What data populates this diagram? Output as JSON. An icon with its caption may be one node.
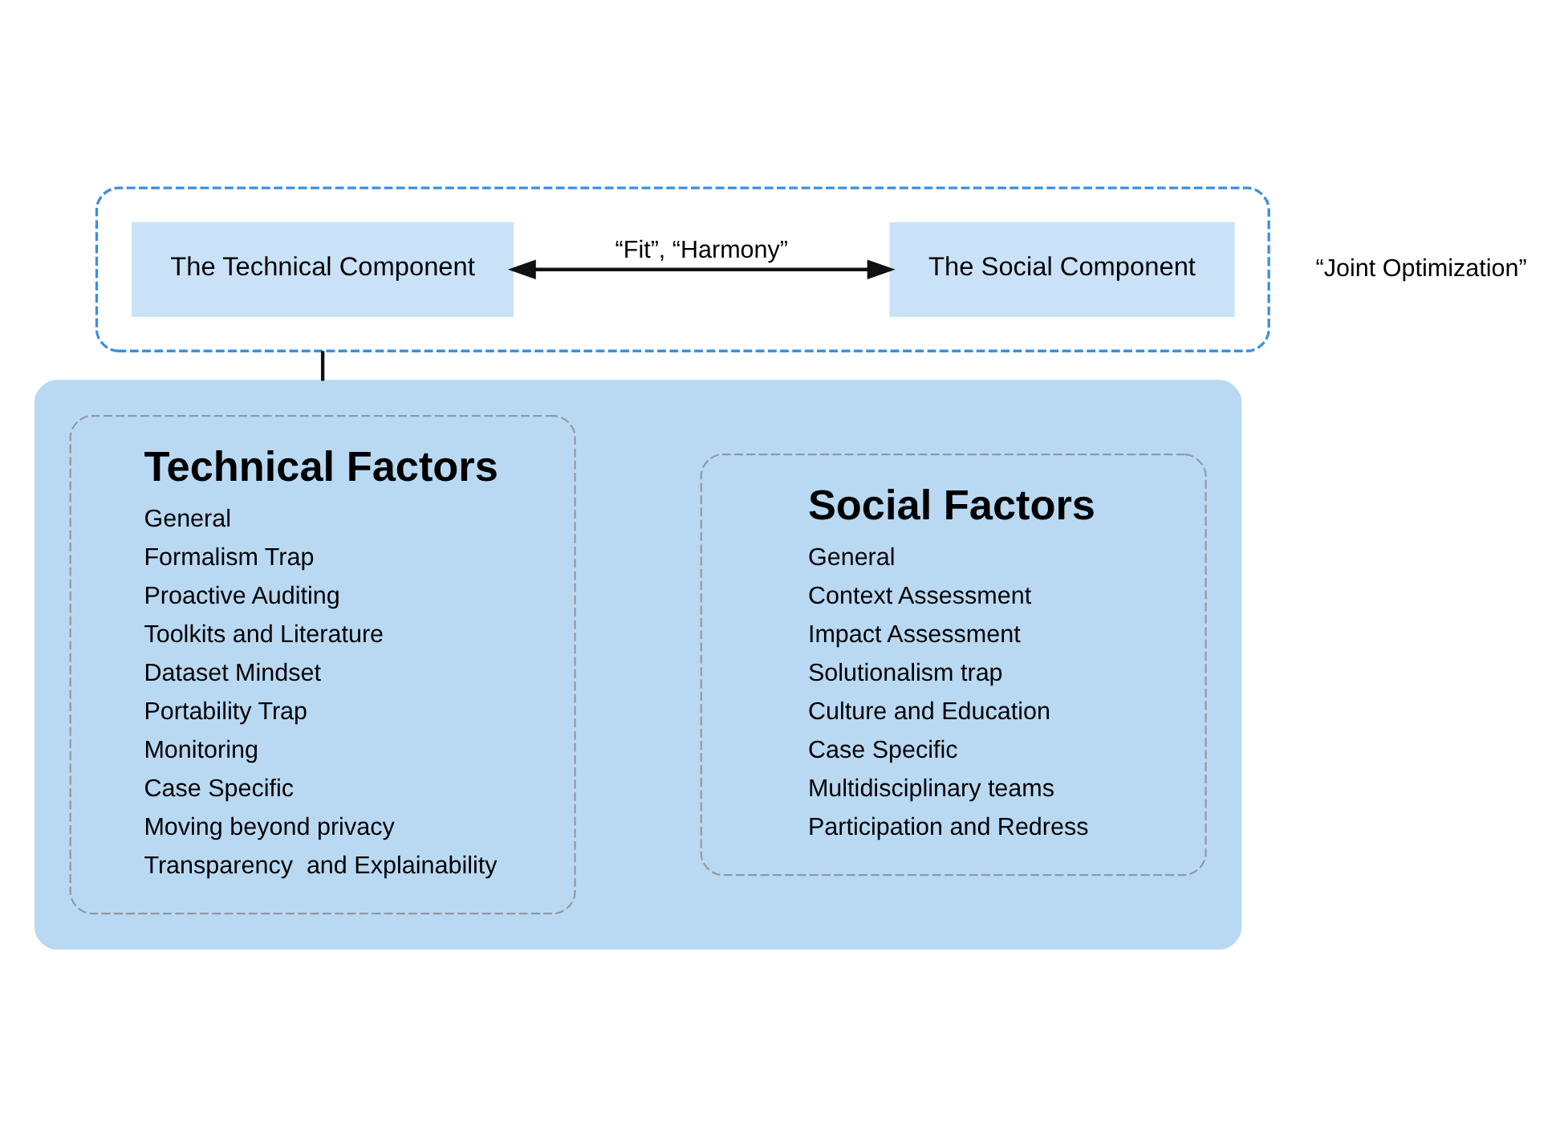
{
  "diagram": {
    "nodes": [
      {
        "text": [],
        "shape": "box"
      },
      {
        "text": [
          "The Technical Component"
        ],
        "in": 0
      },
      {
        "text": [
          "The Social Component"
        ],
        "in": 0
      },
      {
        "text": [],
        "shape": "box"
      },
      {
        "text": [
          "Technical Factors",
          "General",
          "Formalism Trap",
          "Proactive Auditing",
          "Toolkits and Literature",
          "Dataset Mindset",
          "Portability Trap",
          "Monitoring",
          "Case Specific",
          "Moving beyond privacy",
          "Transparency  and Explainability"
        ],
        "in": 3
      },
      {
        "text": [
          "Social Factors",
          "General",
          "Context Assessment",
          "Impact Assessment",
          "Solutionalism trap",
          "Culture and Education",
          "Case Specific",
          "Multidisciplinary teams",
          "Participation and Redress"
        ],
        "in": 3
      }
    ],
    "edges": [
      {
        "from": 1,
        "to": 2,
        "arrow": "both",
        "label": "“Fit”, “Harmony”"
      },
      {
        "from": 0,
        "to": 3,
        "arrow": "none"
      }
    ],
    "labels": [
      "“Joint Optimization”"
    ]
  }
}
